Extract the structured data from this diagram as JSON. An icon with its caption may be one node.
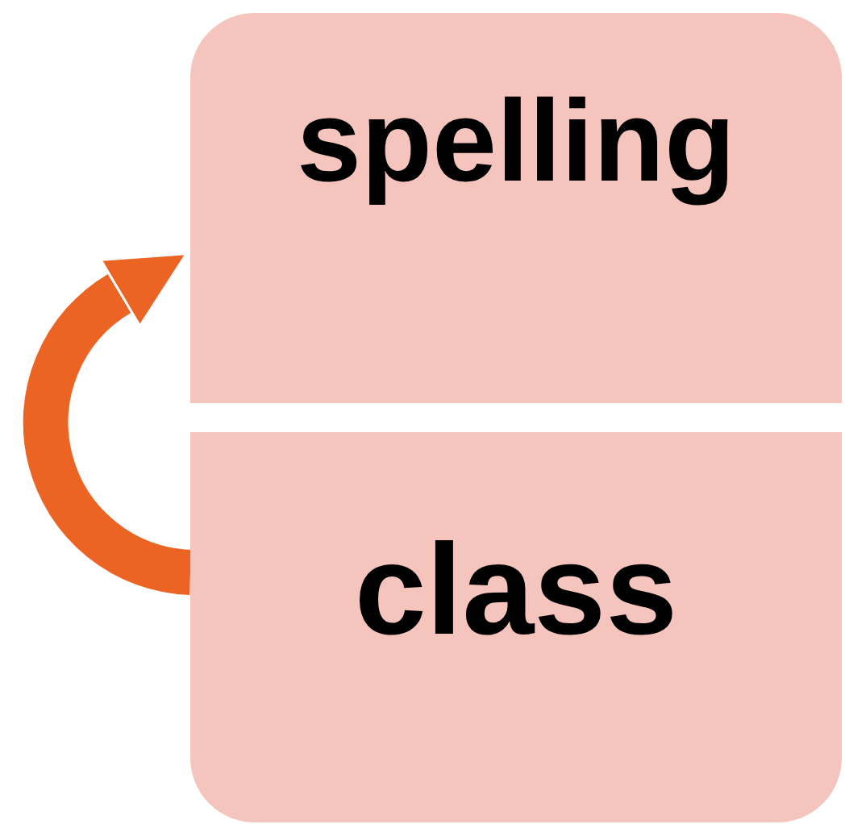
{
  "diagram": {
    "nodes": [
      {
        "text": [
          "spelling"
        ]
      },
      {
        "text": [
          "class"
        ]
      }
    ],
    "edges": [
      {
        "from": 1,
        "to": 0,
        "arrow": "to",
        "color": "#ec6424"
      }
    ]
  }
}
